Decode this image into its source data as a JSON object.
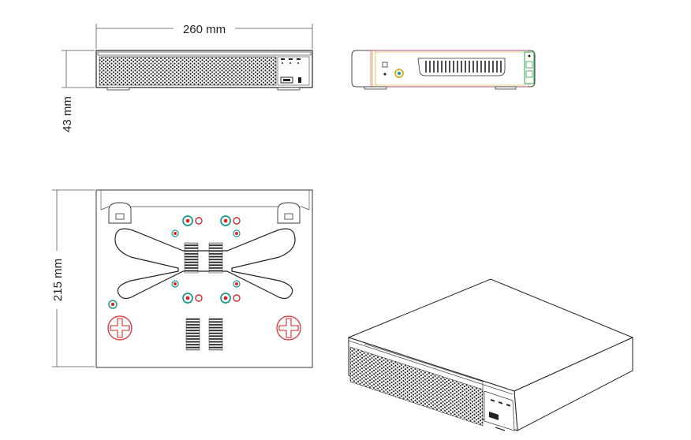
{
  "dimensions": {
    "width_label": "260 mm",
    "height_label": "43 mm",
    "depth_label": "215 mm"
  },
  "views": [
    "front-view",
    "side-view",
    "bottom-view",
    "isometric-view"
  ],
  "colors": {
    "line": "#333333",
    "accent_red": "#d9262c",
    "accent_teal": "#1c9a8a",
    "accent_green": "#2aa44a",
    "accent_yellow": "#c8a400",
    "accent_pink": "#d44a9e"
  }
}
